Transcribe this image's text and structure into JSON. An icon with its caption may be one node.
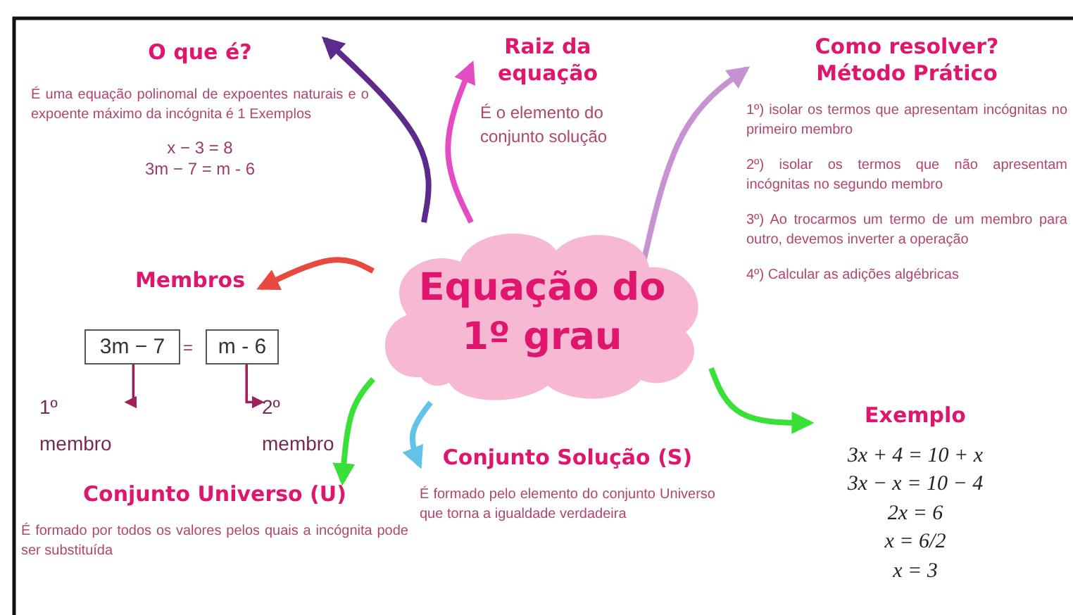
{
  "diagram": {
    "nodes": [
      {
        "text": [
          "Equação do 1º grau"
        ]
      },
      {
        "text": [
          "O que é?",
          "É uma equação polinomal de expoentes naturais e o expoente máximo da incógnita é 1 Exemplos",
          "x − 3 = 8",
          "3m − 7 = m - 6"
        ]
      },
      {
        "text": [
          "Raiz da equação",
          "É o elemento do conjunto solução"
        ]
      },
      {
        "text": [
          "Como resolver? Método Prático",
          "1º) isolar os termos que apresentam incógnitas no primeiro membro",
          "2º) isolar os termos que não apresentam incógnitas no segundo membro",
          "3º) Ao trocarmos um termo de um membro para outro, devemos inverter a operação",
          "4º) Calcular as adições algébricas"
        ]
      },
      {
        "text": [
          "Membros"
        ]
      },
      {
        "text": [
          "3m − 7"
        ]
      },
      {
        "text": [
          "m - 6"
        ]
      },
      {
        "text": [
          "1º membro"
        ]
      },
      {
        "text": [
          "2º membro"
        ]
      },
      {
        "text": [
          "Conjunto Universo (U)",
          "É formado por todos os valores pelos quais a incógnita pode ser substituída"
        ]
      },
      {
        "text": [
          "Conjunto Solução (S)",
          "É formado pelo elemento do conjunto Universo que torna a igualdade verdadeira"
        ]
      },
      {
        "text": [
          "Exemplo",
          "3x + 4 = 10 + x",
          "3x − x = 10 − 4",
          "2x = 6",
          "x = 6/2",
          "x = 3"
        ]
      }
    ],
    "edges": [
      {
        "from": 0,
        "to": 1,
        "arrow": "to",
        "color": "#5b2a8a"
      },
      {
        "from": 0,
        "to": 2,
        "arrow": "to",
        "color": "#e44cc4"
      },
      {
        "from": 0,
        "to": 3,
        "arrow": "to",
        "color": "#c792d2"
      },
      {
        "from": 0,
        "to": 4,
        "arrow": "to",
        "color": "#e8483e"
      },
      {
        "from": 0,
        "to": 9,
        "arrow": "to",
        "color": "#38e038"
      },
      {
        "from": 0,
        "to": 10,
        "arrow": "to",
        "color": "#62c2e8"
      },
      {
        "from": 0,
        "to": 11,
        "arrow": "to",
        "color": "#38e038"
      },
      {
        "from": 5,
        "to": 7,
        "arrow": "to",
        "color": "#a0205a"
      },
      {
        "from": 6,
        "to": 8,
        "arrow": "to",
        "color": "#a0205a"
      }
    ],
    "labels": [
      "="
    ]
  }
}
